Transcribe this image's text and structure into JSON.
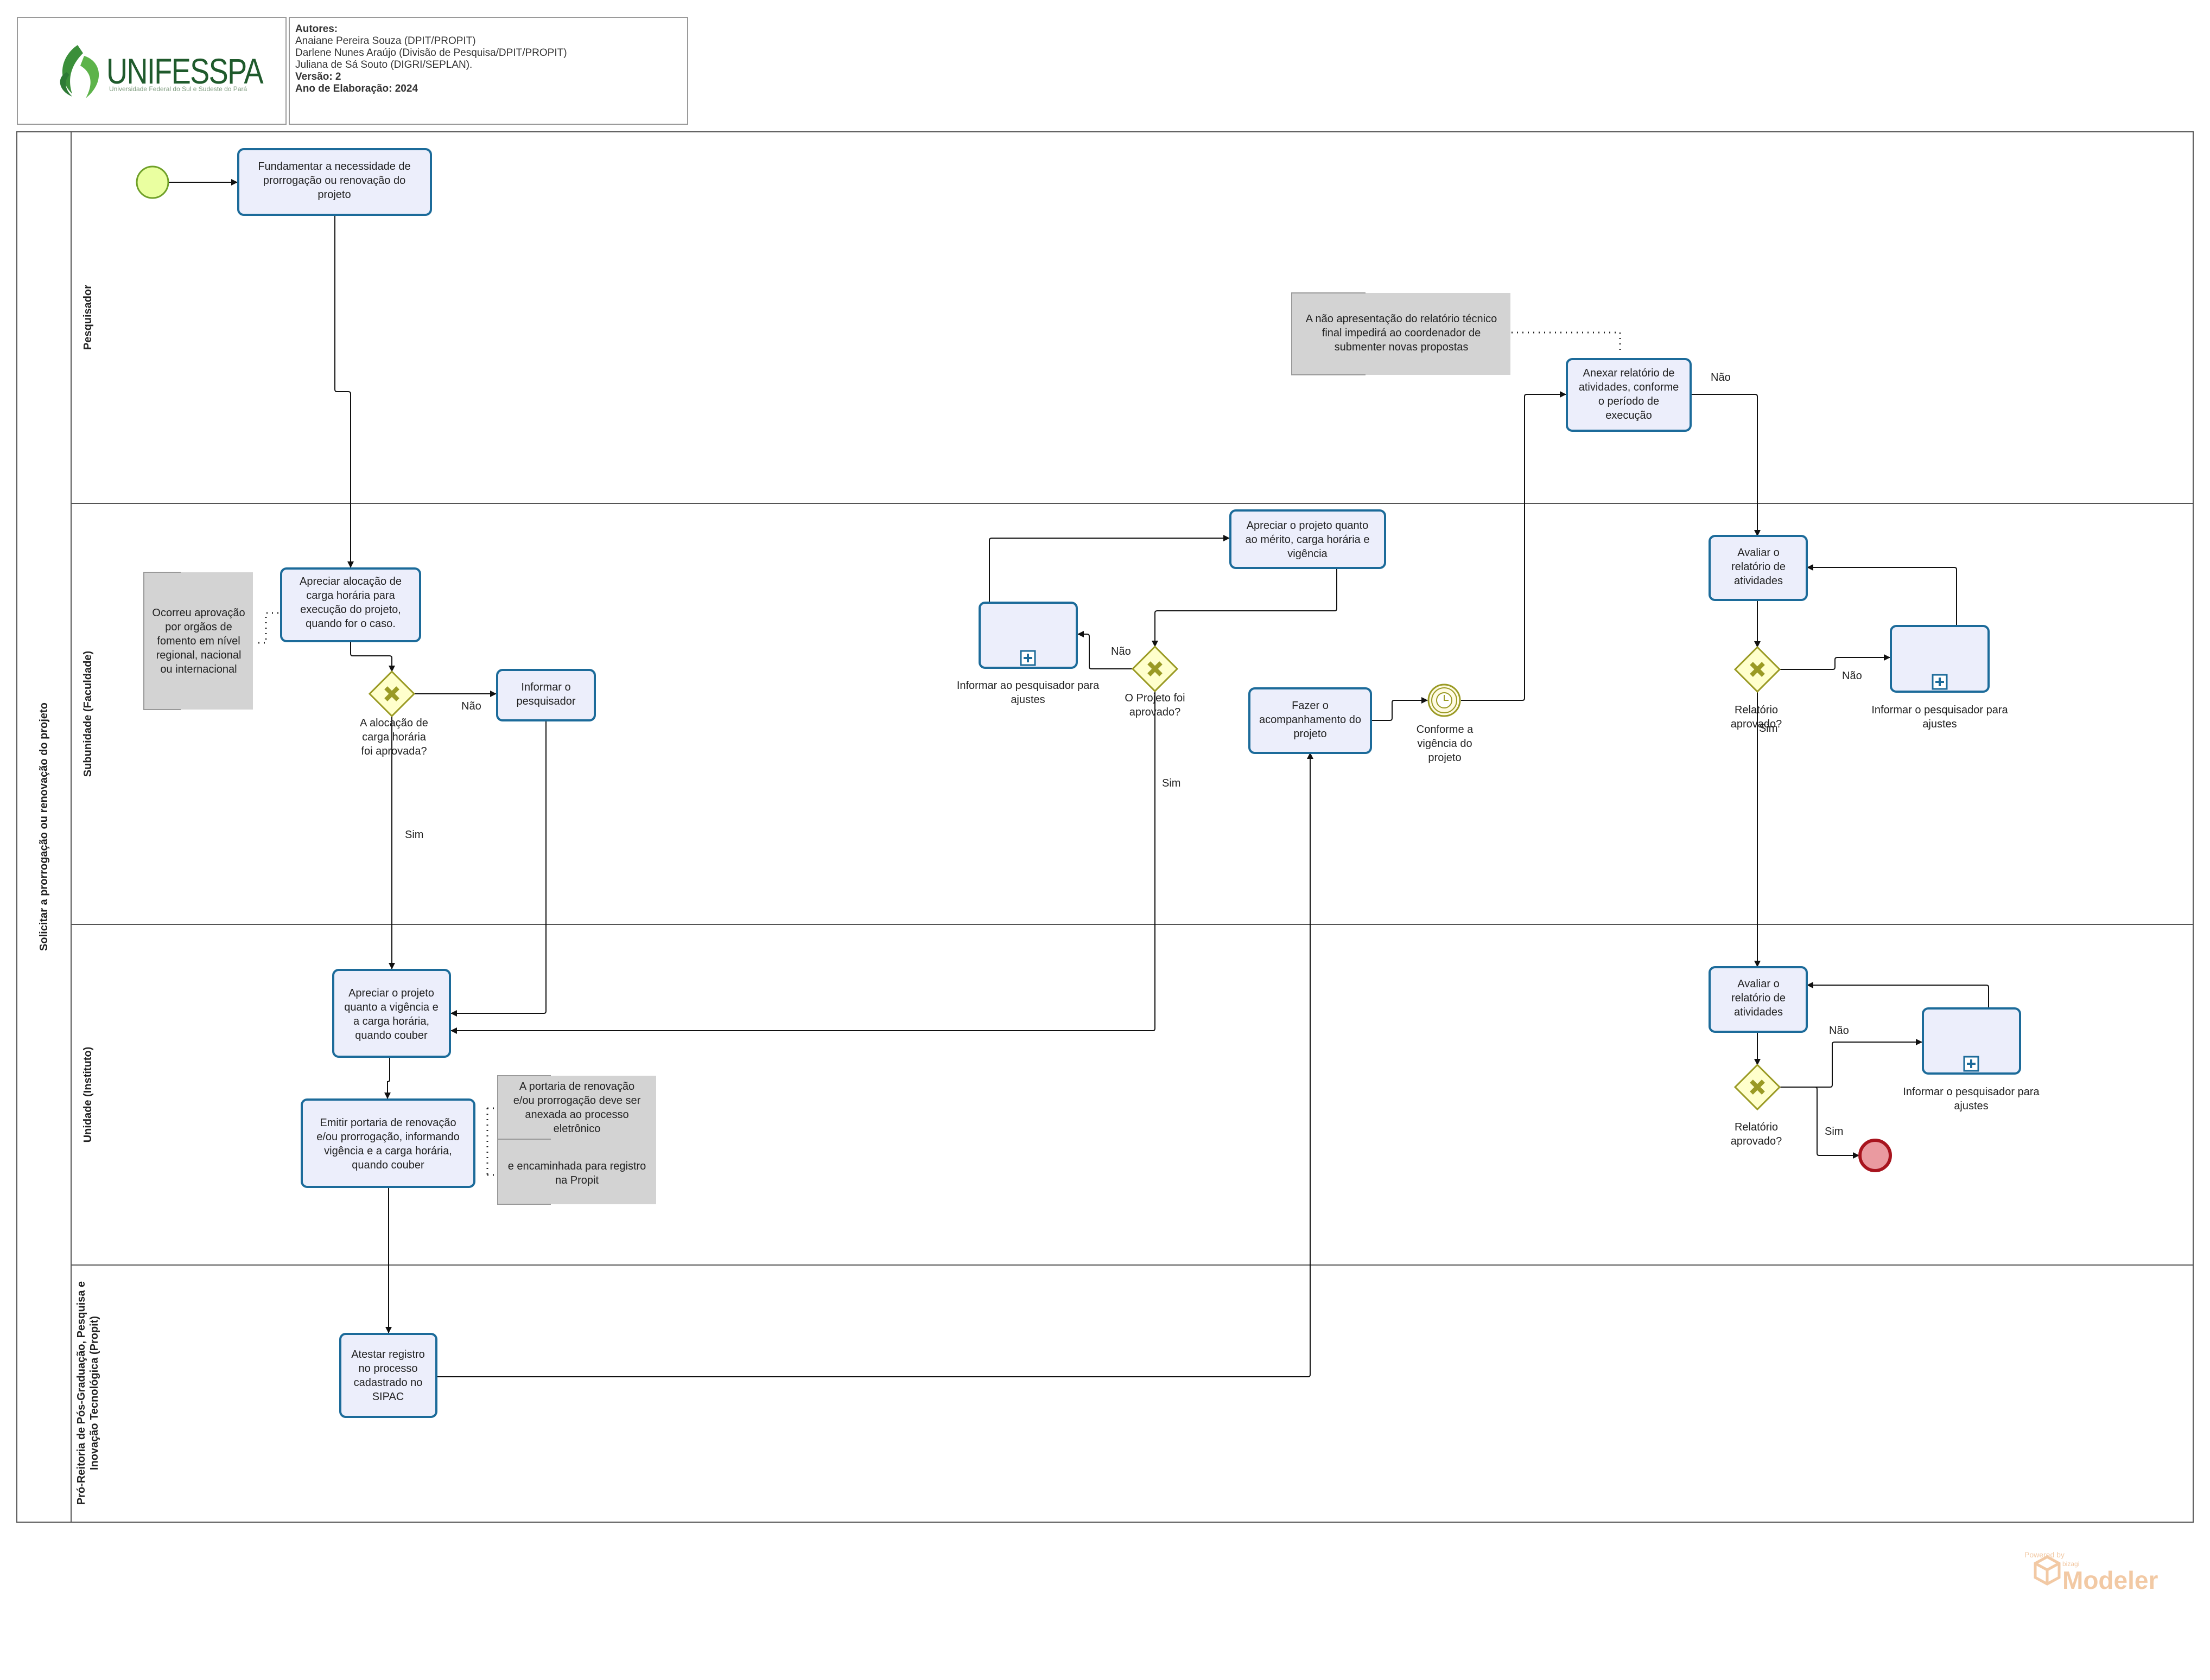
{
  "header": {
    "logo_text": "UNIFESSPA",
    "logo_subtitle": "Universidade Federal do Sul e Sudeste do Pará",
    "authors_label": "Autores:",
    "authors": [
      "Anaiane Pereira Souza (DPIT/PROPIT)",
      "Darlene Nunes Araújo (Divisão de Pesquisa/DPIT/PROPIT)",
      "Juliana de Sá Souto (DIGRI/SEPLAN)."
    ],
    "version": "Versão: 2",
    "year": "Ano de Elaboração: 2024"
  },
  "pool": {
    "name": "Solicitar a prorrogação ou renovação do projeto",
    "lanes": [
      "Pesquisador",
      "Subunidade (Faculdade)",
      "Unidade (Instituto)",
      "Pró-Reitoria de Pós-Graduação, Pesquisa e",
      "Inovação Tecnológica (Propit)"
    ]
  },
  "tasks": {
    "t1": [
      "Fundamentar a necessidade de",
      "prorrogação ou renovação do",
      "projeto"
    ],
    "t2": [
      "Apreciar alocação de",
      "carga horária para",
      "execução do projeto,",
      "quando for o caso."
    ],
    "t3": [
      "Informar o",
      "pesquisador"
    ],
    "t4": [
      "Apreciar o projeto quanto",
      "ao mérito, carga horária e",
      "vigência"
    ],
    "t5": [
      "Fazer o",
      "acompanhamento do",
      "projeto"
    ],
    "t6": [
      "Anexar relatório de",
      "atividades, conforme",
      "o período de",
      "execução"
    ],
    "t7": [
      "Avaliar o",
      "relatório de",
      "atividades"
    ],
    "t8": [
      "Apreciar o projeto",
      "quanto a vigência e",
      "a carga horária,",
      "quando couber"
    ],
    "t9": [
      "Emitir portaria de renovação",
      "e/ou prorrogação, informando",
      "vigência e a carga horária,",
      "quando couber"
    ],
    "t10": [
      "Avaliar o",
      "relatório de",
      "atividades"
    ],
    "t11": [
      "Atestar registro",
      "no processo",
      "cadastrado no",
      "SIPAC"
    ]
  },
  "subprocesses": {
    "s1": [
      "Informar ao pesquisador para",
      "ajustes"
    ],
    "s2": [
      "Informar o pesquisador para",
      "ajustes"
    ],
    "s3": [
      "Informar o pesquisador para",
      "ajustes"
    ]
  },
  "gateways": {
    "g1": [
      "A alocação de",
      "carga horária",
      "foi aprovada?"
    ],
    "g2": [
      "O Projeto foi",
      "aprovado?"
    ],
    "g3": [
      "Relatório",
      "aprovado?"
    ],
    "g4": [
      "Relatório",
      "aprovado?"
    ]
  },
  "timer": [
    "Conforme a",
    "vigência do",
    "projeto"
  ],
  "annotations": {
    "a1": [
      "Ocorreu aprovação",
      "por orgãos de",
      "fomento em nível",
      "regional, nacional",
      "ou internacional"
    ],
    "a2": [
      "A não apresentação do relatório técnico",
      "final impedirá ao coordenador de",
      "submenter novas propostas"
    ],
    "a3": [
      "A portaria de renovação",
      "e/ou prorrogação deve ser",
      "anexada ao processo",
      "eletrônico",
      "e encaminhada para registro",
      "na Propit"
    ]
  },
  "flow_labels": {
    "sim": "Sim",
    "nao": "Não"
  },
  "footer": {
    "powered_by": "Powered by",
    "product": "Modeler",
    "brand": "bizagi"
  },
  "colors": {
    "task_fill": "#eceefb",
    "task_stroke": "#1c6b9a",
    "gateway_fill": "#ffffcc",
    "gateway_mark": "#9a9a24",
    "start_fill": "#eaffa0",
    "start_stroke": "#6fa028",
    "end_fill": "#ea9aa0",
    "end_stroke": "#a8141e",
    "annotation_fill": "#d3d3d3"
  }
}
